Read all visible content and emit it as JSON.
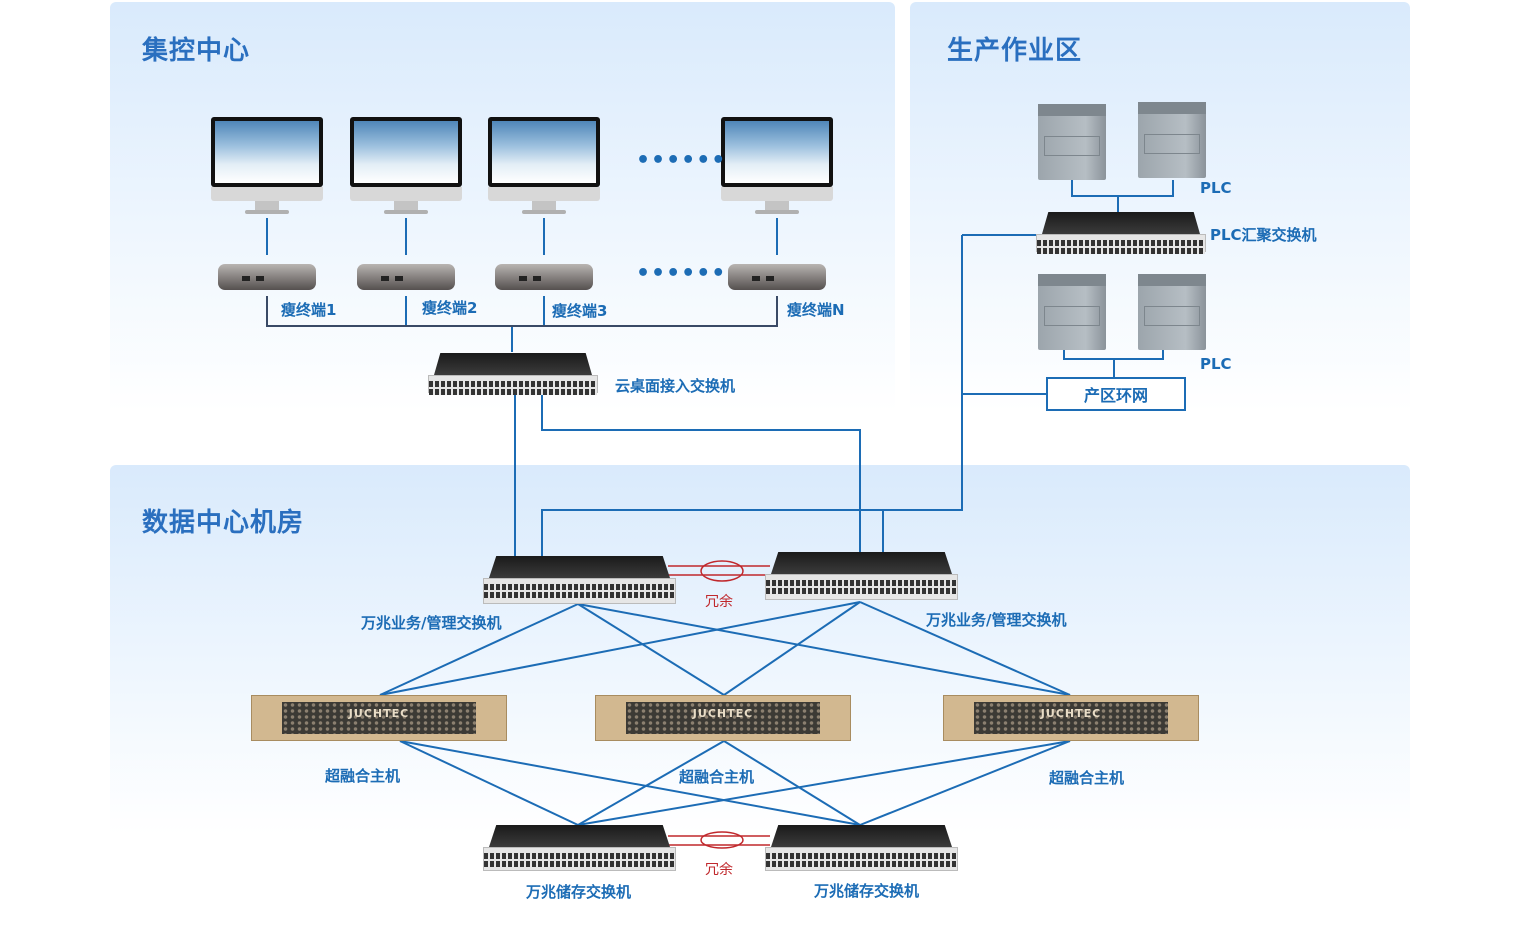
{
  "zones": {
    "control_center": {
      "title": "集控中心"
    },
    "production": {
      "title": "生产作业区"
    },
    "datacenter": {
      "title": "数据中心机房"
    }
  },
  "control_center": {
    "thin_clients": [
      "瘦终端1",
      "瘦终端2",
      "瘦终端3",
      "瘦终端N"
    ],
    "ellipsis": "••••••",
    "access_switch": "云桌面接入交换机"
  },
  "production": {
    "plc_label_1": "PLC",
    "plc_label_2": "PLC",
    "plc_switch": "PLC汇聚交换机",
    "ring_network": "产区环网"
  },
  "datacenter": {
    "core_switch_left": "万兆业务/管理交换机",
    "core_switch_right": "万兆业务/管理交换机",
    "redundant_1": "冗余",
    "hosts": [
      "超融合主机",
      "超融合主机",
      "超融合主机"
    ],
    "server_brand": "JUCHTEC",
    "storage_switch_left": "万兆储存交换机",
    "storage_switch_right": "万兆储存交换机",
    "redundant_2": "冗余"
  },
  "colors": {
    "link_blue": "#1c6cb5",
    "link_dark": "#3a4a66",
    "redundant_red": "#c0282c",
    "title_blue": "#2a6fbf"
  }
}
